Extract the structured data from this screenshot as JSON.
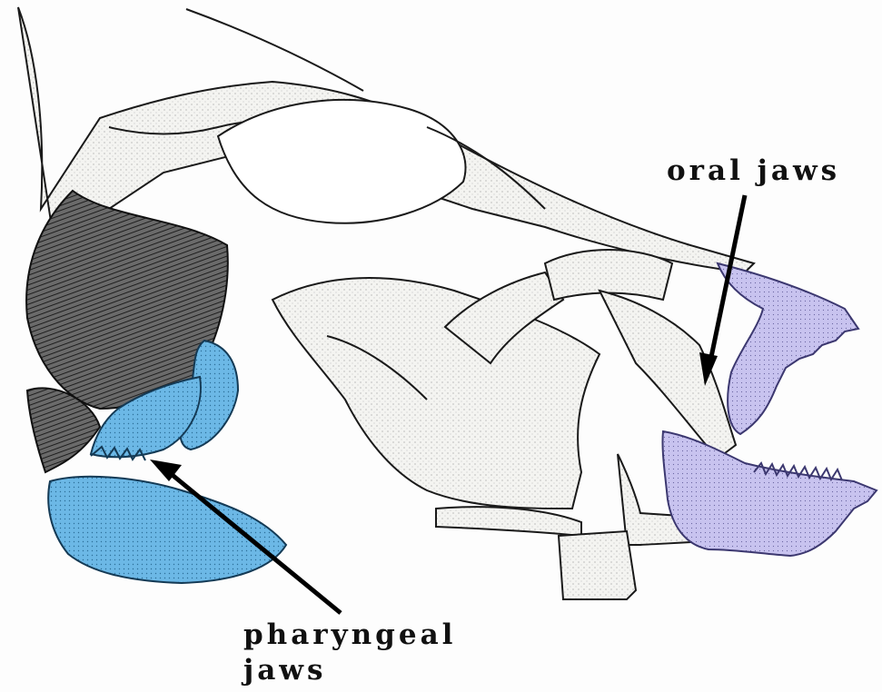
{
  "labels": {
    "oral_jaws": "oral jaws",
    "pharyngeal_line1": "pharyngeal",
    "pharyngeal_line2": "jaws"
  },
  "colors": {
    "background": "#fdfdfd",
    "ink": "#1a1a1a",
    "bone_fill": "#f2f2ee",
    "muscle": "#3a3a3a",
    "pharyngeal_jaws": "#6cb8e6",
    "oral_jaws": "#c8c3ef"
  },
  "icons": {
    "arrow_oral": "arrow-down-icon",
    "arrow_pharyngeal": "arrow-up-left-icon"
  }
}
